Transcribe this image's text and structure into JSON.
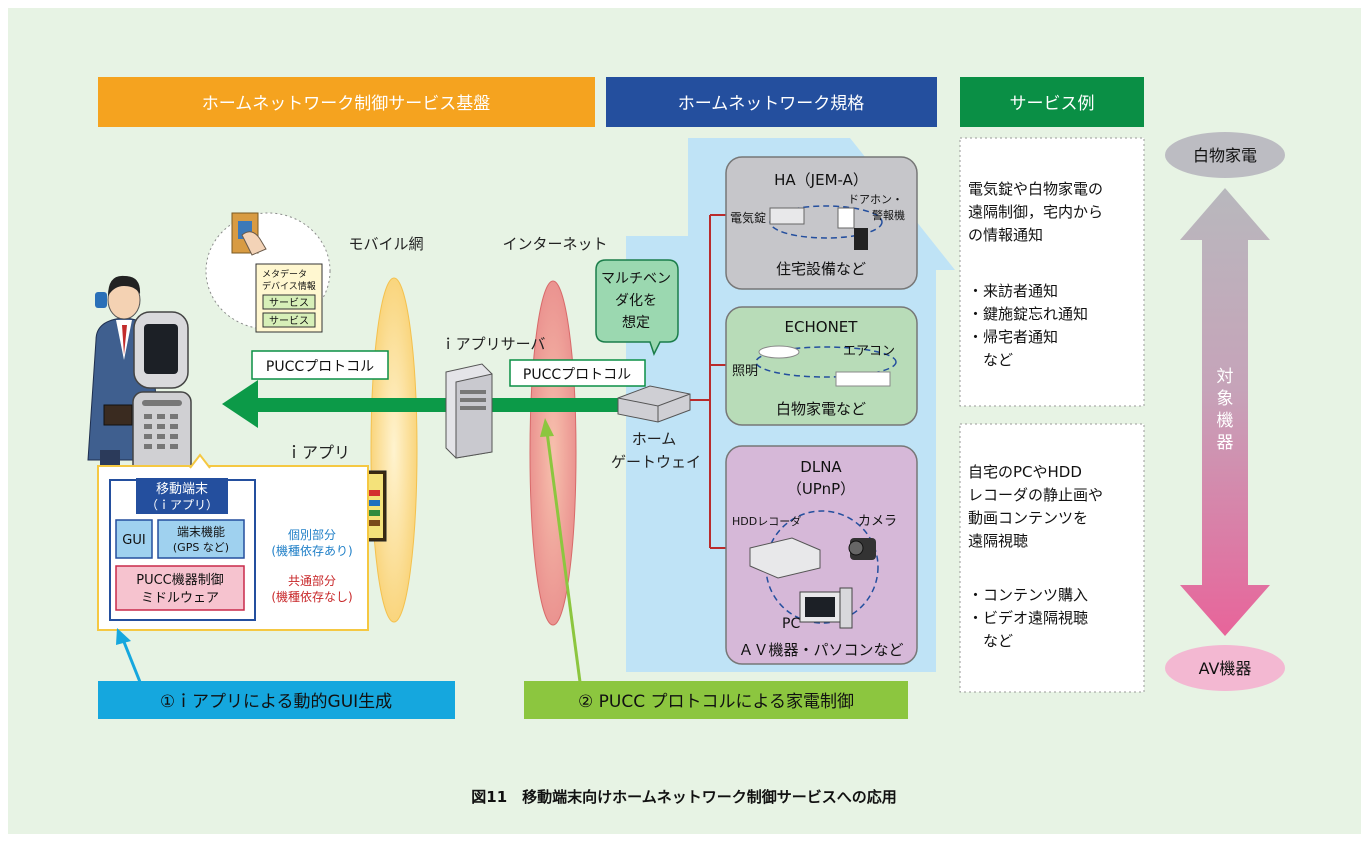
{
  "headers": {
    "platform": "ホームネットワーク制御サービス基盤",
    "standards": "ホームネットワーク規格",
    "services": "サービス例"
  },
  "left": {
    "mobile_network": "モバイル網",
    "internet": "インターネット",
    "iapp_server": "ｉアプリサーバ",
    "iapp": "ｉアプリ",
    "pucc_protocol_1": "PUCCプロトコル",
    "pucc_protocol_2": "PUCCプロトコル",
    "gateway_1": "ホーム",
    "gateway_2": "ゲートウェイ",
    "multivendor": [
      "マルチベン",
      "ダ化を",
      "想定"
    ],
    "metadata": [
      "メタデータ",
      "デバイス情報"
    ],
    "service_labels": [
      "サービス",
      "サービス"
    ]
  },
  "terminal": {
    "title": [
      "移動端末",
      "（ｉアプリ）"
    ],
    "gui": "GUI",
    "func": [
      "端末機能",
      "(GPS など)"
    ],
    "middleware": [
      "PUCC機器制御",
      "ミドルウェア"
    ],
    "individual": [
      "個別部分",
      "(機種依存あり)"
    ],
    "common": [
      "共通部分",
      "(機種依存なし)"
    ]
  },
  "standards": {
    "ha": {
      "title": "HA（JEM-A）",
      "lock": "電気錠",
      "door": [
        "ドアホン・",
        "警報機"
      ],
      "footer": "住宅設備など"
    },
    "echonet": {
      "title": "ECHONET",
      "light": "照明",
      "ac": "エアコン",
      "footer": "白物家電など"
    },
    "dlna": {
      "title": [
        "DLNA",
        "（UPnP）"
      ],
      "hdd": "HDDレコーダ",
      "camera": "カメラ",
      "pc": "PC",
      "footer": "ＡＶ機器・パソコンなど"
    }
  },
  "services": {
    "box1": [
      "電気錠や白物家電の",
      "遠隔制御，宅内から",
      "の情報通知",
      "",
      "・来訪者通知",
      "・鍵施錠忘れ通知",
      "・帰宅者通知",
      "　など"
    ],
    "box2": [
      "自宅のPCやHDD",
      "レコーダの静止画や",
      "動画コンテンツを",
      "遠隔視聴",
      "",
      "・コンテンツ購入",
      "・ビデオ遠隔視聴",
      "　など"
    ]
  },
  "right": {
    "top": "白物家電",
    "bottom": "AV機器",
    "target": [
      "対",
      "象",
      "機",
      "器"
    ]
  },
  "callouts": {
    "c1": "①ｉアプリによる動的GUI生成",
    "c2": "② PUCC プロトコルによる家電制御"
  },
  "caption": "図11　移動端末向けホームネットワーク制御サービスへの応用",
  "colors": {
    "orange": "#f5a31f",
    "blue": "#244f9e",
    "green": "#0a8f45",
    "lightblue": "#bfe3f6",
    "arrow": "#0c9a48",
    "cyan": "#15a7de",
    "lime": "#8cc63f",
    "pink": "#e8649a"
  }
}
